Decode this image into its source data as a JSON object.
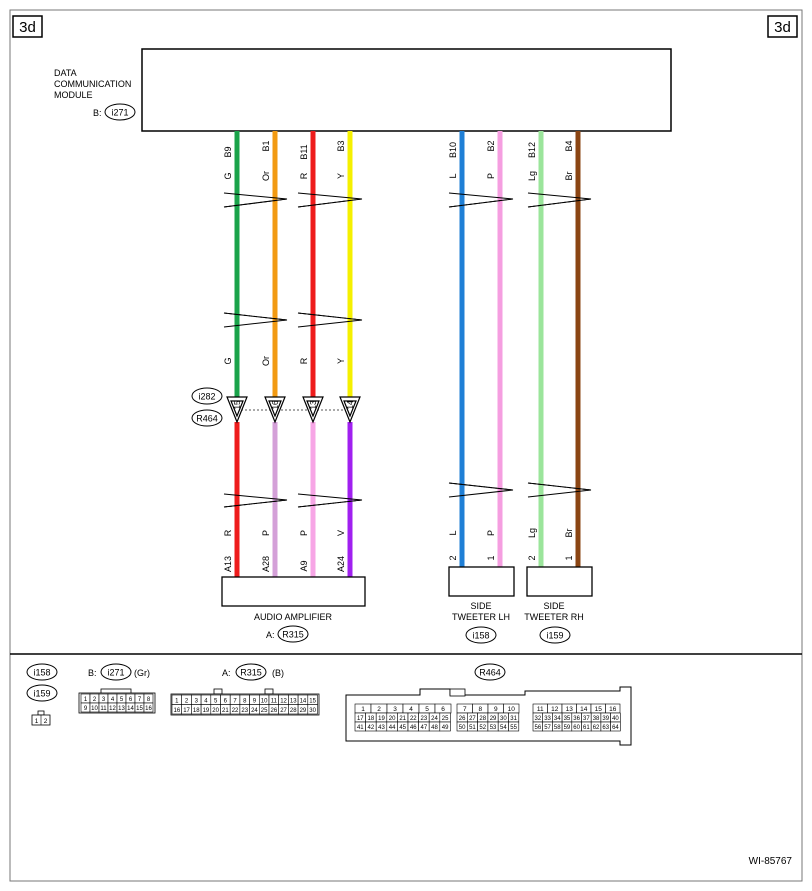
{
  "page": {
    "section_left": "3d",
    "section_right": "3d",
    "figure_id": "WI-85767"
  },
  "module": {
    "name_line1": "DATA",
    "name_line2": "COMMUNICATION",
    "name_line3": "MODULE",
    "conn_prefix": "B:",
    "conn_id": "i271"
  },
  "left_wires": [
    {
      "pin_top": "B9",
      "color_top": "G",
      "color_mid": "G",
      "joint_pin": "15",
      "color_bottom": "R",
      "pin_bottom": "A13",
      "hex_top": "#1aa34a",
      "hex_bottom": "#ee1c1c"
    },
    {
      "pin_top": "B1",
      "color_top": "Or",
      "color_mid": "Or",
      "joint_pin": "16",
      "color_bottom": "P",
      "pin_bottom": "A28",
      "hex_top": "#f29a12",
      "hex_bottom": "#d4a0d8"
    },
    {
      "pin_top": "B11",
      "color_top": "R",
      "color_mid": "R",
      "joint_pin": "13",
      "color_bottom": "P",
      "pin_bottom": "A9",
      "hex_top": "#ee1c1c",
      "hex_bottom": "#f7a6e6"
    },
    {
      "pin_top": "B3",
      "color_top": "Y",
      "color_mid": "Y",
      "joint_pin": "14",
      "color_bottom": "V",
      "pin_bottom": "A24",
      "hex_top": "#f5f000",
      "hex_bottom": "#a020f0"
    }
  ],
  "right_wires": [
    {
      "pin_top": "B10",
      "color_top": "L",
      "color_bottom": "L",
      "pin_bottom": "2",
      "hex": "#1f7fd6"
    },
    {
      "pin_top": "B2",
      "color_top": "P",
      "color_bottom": "P",
      "pin_bottom": "1",
      "hex": "#f59ee0"
    },
    {
      "pin_top": "B12",
      "color_top": "Lg",
      "color_bottom": "Lg",
      "pin_bottom": "2",
      "hex": "#9be59b"
    },
    {
      "pin_top": "B4",
      "color_top": "Br",
      "color_bottom": "Br",
      "pin_bottom": "1",
      "hex": "#8b4513"
    }
  ],
  "joint": {
    "conn_a": "i282",
    "conn_b": "R464"
  },
  "amplifier": {
    "name": "AUDIO AMPLIFIER",
    "conn_prefix": "A:",
    "conn_id": "R315"
  },
  "tweeter_lh": {
    "name_line1": "SIDE",
    "name_line2": "TWEETER LH",
    "conn_id": "i158"
  },
  "tweeter_rh": {
    "name_line1": "SIDE",
    "name_line2": "TWEETER RH",
    "conn_id": "i159"
  },
  "legend": {
    "c1a": "i158",
    "c1b": "i159",
    "c1_pins": [
      "1",
      "2"
    ],
    "c2_prefix": "B:",
    "c2_id": "i271",
    "c2_color": "(Gr)",
    "c2_row1": [
      "1",
      "2",
      "3",
      "4",
      "5",
      "6",
      "7",
      "8"
    ],
    "c2_row2": [
      "9",
      "10",
      "11",
      "12",
      "13",
      "14",
      "15",
      "16"
    ],
    "c3_prefix": "A:",
    "c3_id": "R315",
    "c3_color": "(B)",
    "c3_row1": [
      "1",
      "2",
      "3",
      "4",
      "5",
      "6",
      "7",
      "8",
      "9",
      "10",
      "11",
      "12",
      "13",
      "14",
      "15"
    ],
    "c3_row2": [
      "16",
      "17",
      "18",
      "19",
      "20",
      "21",
      "22",
      "23",
      "24",
      "25",
      "26",
      "27",
      "28",
      "29",
      "30"
    ],
    "c4_id": "R464",
    "c4_s1_row1": [
      "1",
      "2",
      "3",
      "4",
      "5",
      "6"
    ],
    "c4_s1_row2": [
      "17",
      "18",
      "19",
      "20",
      "21",
      "22",
      "23",
      "24",
      "25"
    ],
    "c4_s1_row3": [
      "41",
      "42",
      "43",
      "44",
      "45",
      "46",
      "47",
      "48",
      "49"
    ],
    "c4_s2_row1": [
      "7",
      "8",
      "9",
      "10"
    ],
    "c4_s2_row2": [
      "26",
      "27",
      "28",
      "29",
      "30",
      "31"
    ],
    "c4_s2_row3": [
      "50",
      "51",
      "52",
      "53",
      "54",
      "55"
    ],
    "c4_s3_row1": [
      "11",
      "12",
      "13",
      "14",
      "15",
      "16"
    ],
    "c4_s3_row2": [
      "32",
      "33",
      "34",
      "35",
      "36",
      "37",
      "38",
      "39",
      "40"
    ],
    "c4_s3_row3": [
      "56",
      "57",
      "58",
      "59",
      "60",
      "61",
      "62",
      "63",
      "64"
    ]
  }
}
